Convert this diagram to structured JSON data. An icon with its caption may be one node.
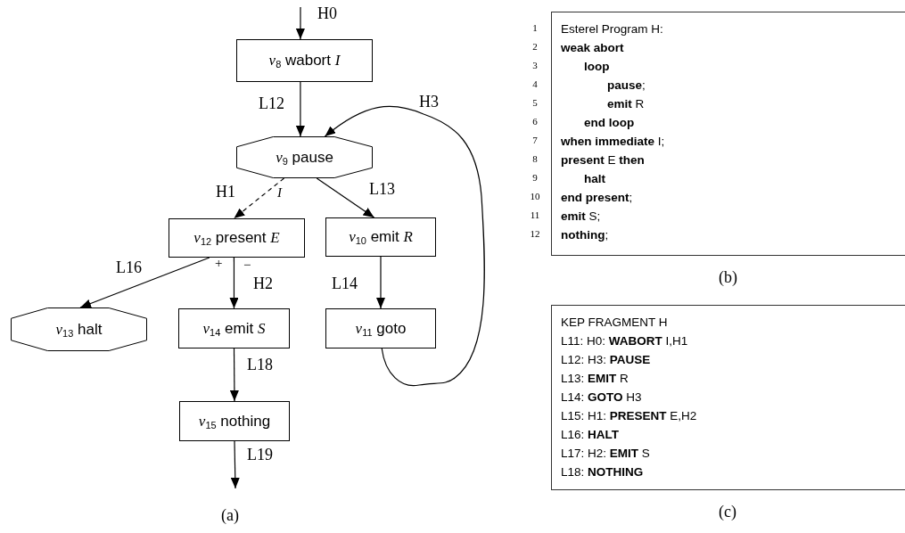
{
  "diagram": {
    "nodes": [
      {
        "text": [
          "*v*$_{8}$ wabort *I*"
        ]
      },
      {
        "text": [
          "*v*$_{9}$ pause"
        ]
      },
      {
        "text": [
          "*v*$_{12}$ present *E*"
        ]
      },
      {
        "text": [
          "*v*$_{10}$ emit *R*"
        ]
      },
      {
        "text": [
          "*v*$_{13}$ halt"
        ]
      },
      {
        "text": [
          "*v*$_{14}$ emit *S*"
        ]
      },
      {
        "text": [
          "*v*$_{11}$ goto"
        ]
      },
      {
        "text": [
          "*v*$_{15}$ nothing"
        ]
      },
      {
        "text": [
          "Esterel Program H:",
          "**weak abort**",
          "**loop**",
          "**pause**;",
          "**emit** R",
          "**end loop**",
          "**when immediate** I;",
          "**present** E **then**",
          "**halt**",
          "**end present**;",
          "**emit** S;",
          "**nothing**;"
        ],
        "beside": [
          "1",
          "2",
          "3",
          "4",
          "5",
          "6",
          "7",
          "8",
          "9",
          "10",
          "11",
          "12",
          "(b)"
        ]
      },
      {
        "text": [
          "KEP FRAGMENT H",
          "L11: H0: **WABORT** I,H1",
          "L12: H3: **PAUSE**",
          "L13: **EMIT** R",
          "L14: **GOTO** H3",
          "L15: H1: **PRESENT** E,H2",
          "L16: **HALT**",
          "L17: H2: **EMIT** S",
          "L18: **NOTHING**"
        ],
        "beside": [
          "(c)"
        ]
      }
    ],
    "edges": [
      {
        "from": null,
        "to": 0,
        "arrow": "to",
        "label": "H0"
      },
      {
        "from": 0,
        "to": 1,
        "arrow": "to",
        "label": "L12"
      },
      {
        "from": 6,
        "to": 1,
        "arrow": "to",
        "label": "H3"
      },
      {
        "from": 1,
        "to": 2,
        "arrow": "to",
        "label": "H1",
        "style": "dashed"
      },
      {
        "from": 1,
        "to": 3,
        "arrow": "to",
        "label": "L13"
      },
      {
        "from": 2,
        "to": 4,
        "arrow": "to",
        "label": "L16"
      },
      {
        "from": 2,
        "to": 5,
        "arrow": "to",
        "label": "H2"
      },
      {
        "from": 3,
        "to": 6,
        "arrow": "to",
        "label": "L14"
      },
      {
        "from": 5,
        "to": 7,
        "arrow": "to",
        "label": "L18"
      },
      {
        "from": 7,
        "to": null,
        "arrow": "to",
        "label": "L19"
      }
    ],
    "labels": [
      "*I*",
      "+",
      "−",
      "(a)"
    ]
  }
}
